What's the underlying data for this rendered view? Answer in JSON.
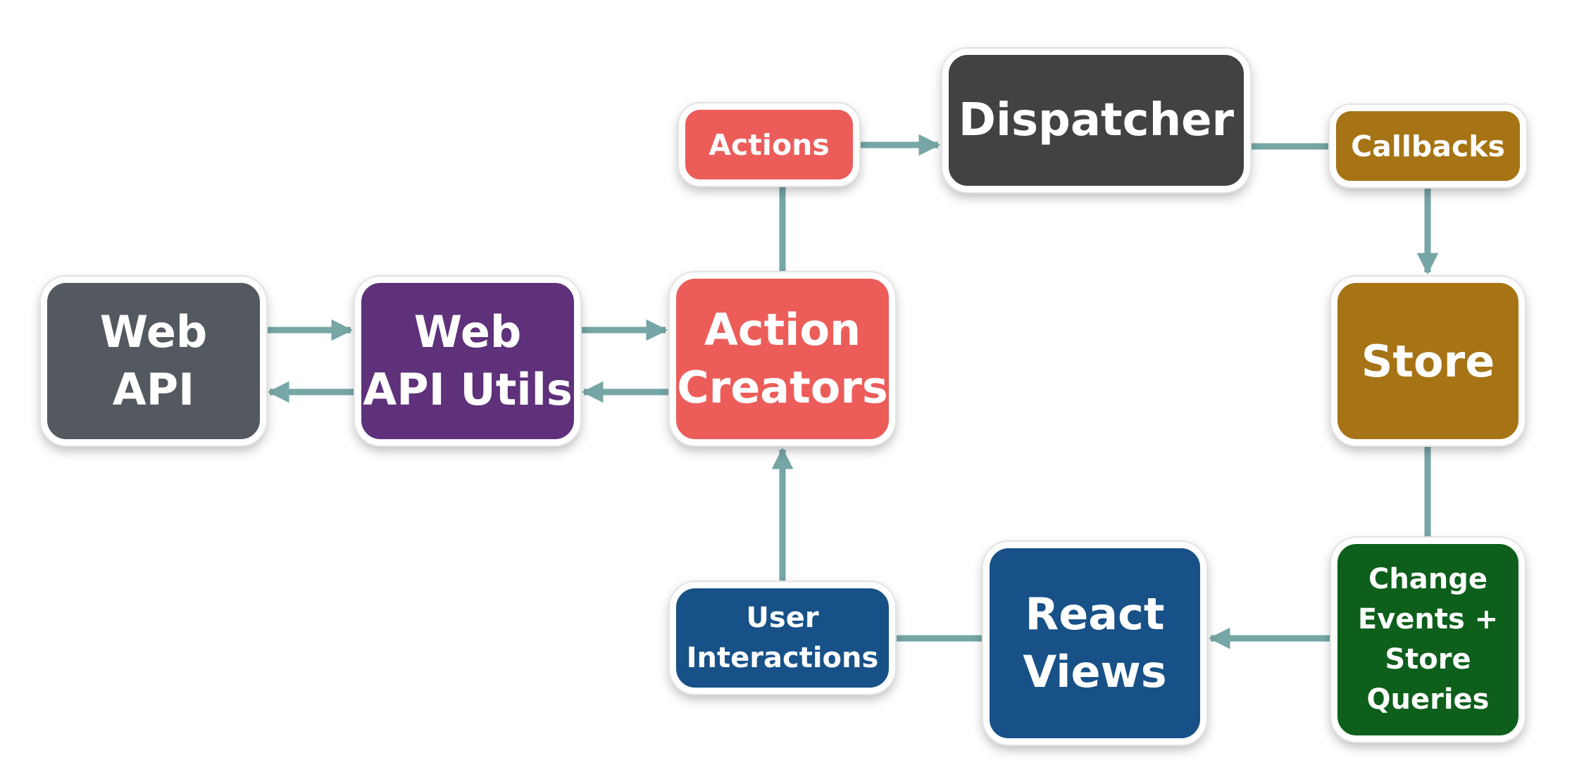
{
  "colors": {
    "connector": "#76a6a6",
    "web_api": "#545960",
    "web_api_utils": "#5e317a",
    "action_creators": "#ec5d5a",
    "actions": "#ec5d5a",
    "dispatcher": "#424242",
    "callbacks": "#a67415",
    "store": "#a67415",
    "change_events": "#0d5f1b",
    "react_views": "#175187",
    "user_interactions": "#175187"
  },
  "nodes": {
    "web_api": "Web\nAPI",
    "web_api_utils": "Web\nAPI Utils",
    "action_creators": "Action\nCreators",
    "actions": "Actions",
    "dispatcher": "Dispatcher",
    "callbacks": "Callbacks",
    "store": "Store",
    "change_events": "Change\nEvents +\nStore\nQueries",
    "react_views": "React\nViews",
    "user_interactions": "User\nInteractions"
  }
}
